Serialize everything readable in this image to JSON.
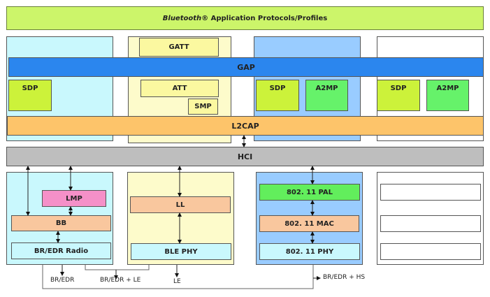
{
  "title": {
    "brand": "Bluetooth",
    "reg": "®",
    "rest": " Application Protocols/Profiles"
  },
  "colors": {
    "title_bg": "#ccf56a",
    "gap": "#2b86ee",
    "l2cap": "#fdc46a",
    "hci": "#bebebe",
    "bredr_col": "#c9f8fd",
    "le_col": "#fdfbcb",
    "hs_col": "#99ccff",
    "sdp": "#ccf23a",
    "a2mp": "#66f26a",
    "lmp": "#f590c8",
    "bb": "#f9c79e",
    "pal": "#62ee5c"
  },
  "upper": {
    "gatt": "GATT",
    "gap": "GAP",
    "att": "ATT",
    "smp": "SMP",
    "sdp": "SDP",
    "a2mp": "A2MP",
    "l2cap": "L2CAP",
    "hci": "HCI"
  },
  "lower": {
    "lmp": "LMP",
    "bb": "BB",
    "bredr_radio": "BR/EDR Radio",
    "ll": "LL",
    "ble_phy": "BLE PHY",
    "pal": "802. 11 PAL",
    "mac": "802. 11 MAC",
    "phy": "802. 11 PHY"
  },
  "outputs": {
    "bredr": "BR/EDR",
    "bredr_le": "BR/EDR + LE",
    "le": "LE",
    "bredr_hs": "BR/EDR + HS"
  }
}
